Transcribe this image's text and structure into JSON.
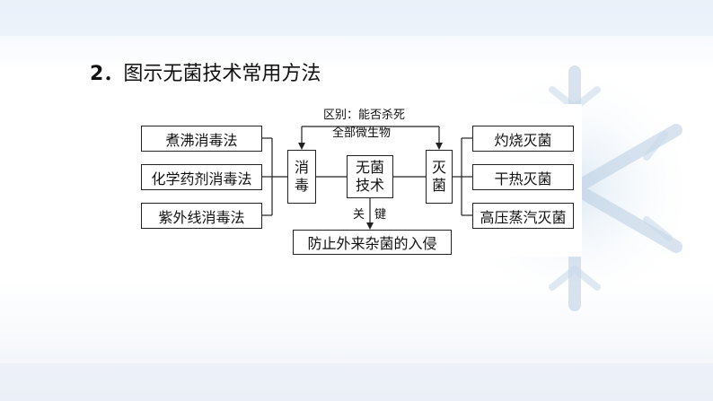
{
  "heading": {
    "number": "2．",
    "text": "图示无菌技术常用方法"
  },
  "center": {
    "line1": "无菌",
    "line2": "技术"
  },
  "left_node": {
    "char1": "消",
    "char2": "毒"
  },
  "right_node": {
    "char1": "灭",
    "char2": "菌"
  },
  "disinfection_methods": [
    "煮沸消毒法",
    "化学药剂消毒法",
    "紫外线消毒法"
  ],
  "sterilization_methods": [
    "灼烧灭菌",
    "干热灭菌",
    "高压蒸汽灭菌"
  ],
  "difference_label": {
    "line1": "区别：能否杀死",
    "line2": "全部微生物"
  },
  "key_label": {
    "char1": "关",
    "char2": "键"
  },
  "key_result": "防止外来杂菌的入侵"
}
